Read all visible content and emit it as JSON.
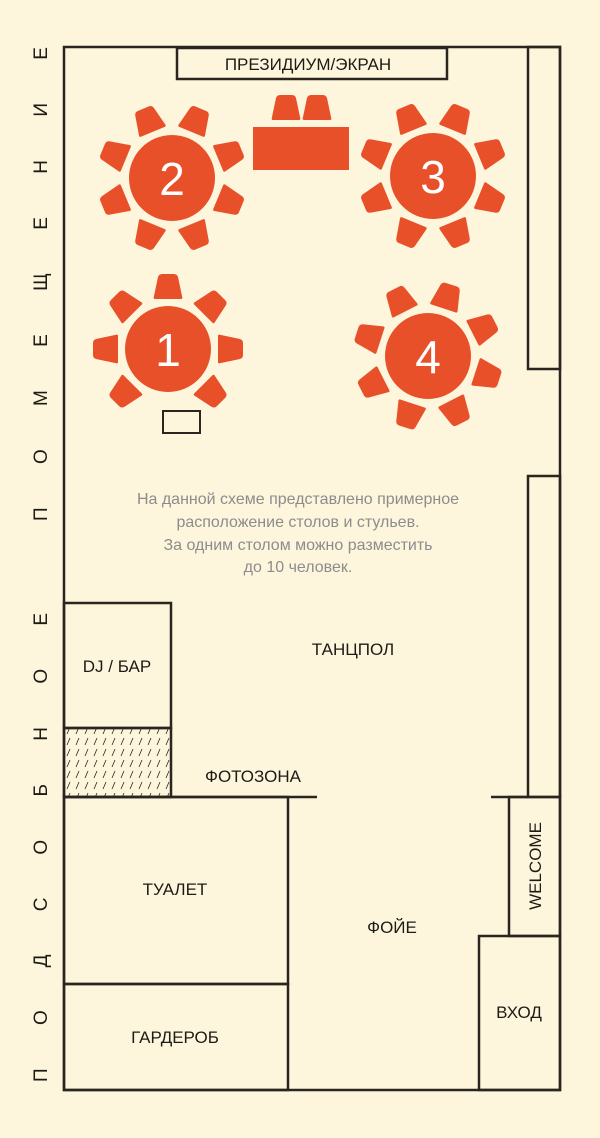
{
  "colors": {
    "background": "#fdf6dc",
    "furniture": "#e8502a",
    "walls": "#2b2520",
    "note": "#8c8c8c"
  },
  "side_label": "ПОДСОБНОЕ  ПОМЕЩЕНИЕ",
  "presidium_label": "ПРЕЗИДИУМ/ЭКРАН",
  "tables": [
    {
      "number": "2",
      "chairs": 8
    },
    {
      "number": "3",
      "chairs": 8
    },
    {
      "number": "1",
      "chairs": 7
    },
    {
      "number": "4",
      "chairs": 8
    }
  ],
  "note_lines": [
    "На данной схеме представлено примерное",
    "расположение столов и стульев.",
    "За одним столом можно разместить",
    "до 10 человек."
  ],
  "zones": {
    "dance_floor": "ТАНЦПОЛ",
    "dj_bar": "DJ / БАР",
    "photo_zone": "ФОТОЗОНА",
    "toilet": "ТУАЛЕТ",
    "wardrobe": "ГАРДЕРОБ",
    "foyer": "ФОЙЕ",
    "welcome": "WELCOME",
    "entrance": "ВХОД"
  }
}
